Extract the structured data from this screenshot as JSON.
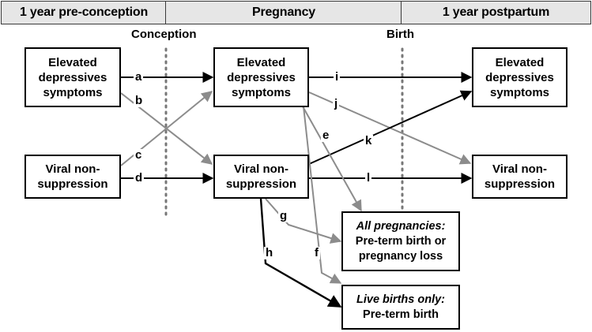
{
  "header": {
    "pre_conception": "1 year pre-conception",
    "pregnancy": "Pregnancy",
    "postpartum": "1 year postpartum"
  },
  "markers": {
    "conception": "Conception",
    "birth": "Birth"
  },
  "nodes": {
    "pre_depressive": [
      "Elevated",
      "depressives",
      "symptoms"
    ],
    "pre_viral": [
      "Viral non-",
      "suppression"
    ],
    "preg_depressive": [
      "Elevated",
      "depressives",
      "symptoms"
    ],
    "preg_viral": [
      "Viral non-",
      "suppression"
    ],
    "post_depressive": [
      "Elevated",
      "depressives",
      "symptoms"
    ],
    "post_viral": [
      "Viral non-",
      "suppression"
    ],
    "outcome_all": {
      "italic": "All pregnancies:",
      "lines": [
        "Pre-term birth or",
        "pregnancy loss"
      ]
    },
    "outcome_live": {
      "italic": "Live births only:",
      "lines": [
        "Pre-term birth"
      ]
    }
  },
  "paths": {
    "a": "a",
    "b": "b",
    "c": "c",
    "d": "d",
    "e": "e",
    "f": "f",
    "g": "g",
    "h": "h",
    "i": "i",
    "j": "j",
    "k": "k",
    "l": "l"
  },
  "colors": {
    "primary_path": "#000000",
    "secondary_path": "#8c8c8c",
    "header_fill": "#e6e6e6"
  }
}
